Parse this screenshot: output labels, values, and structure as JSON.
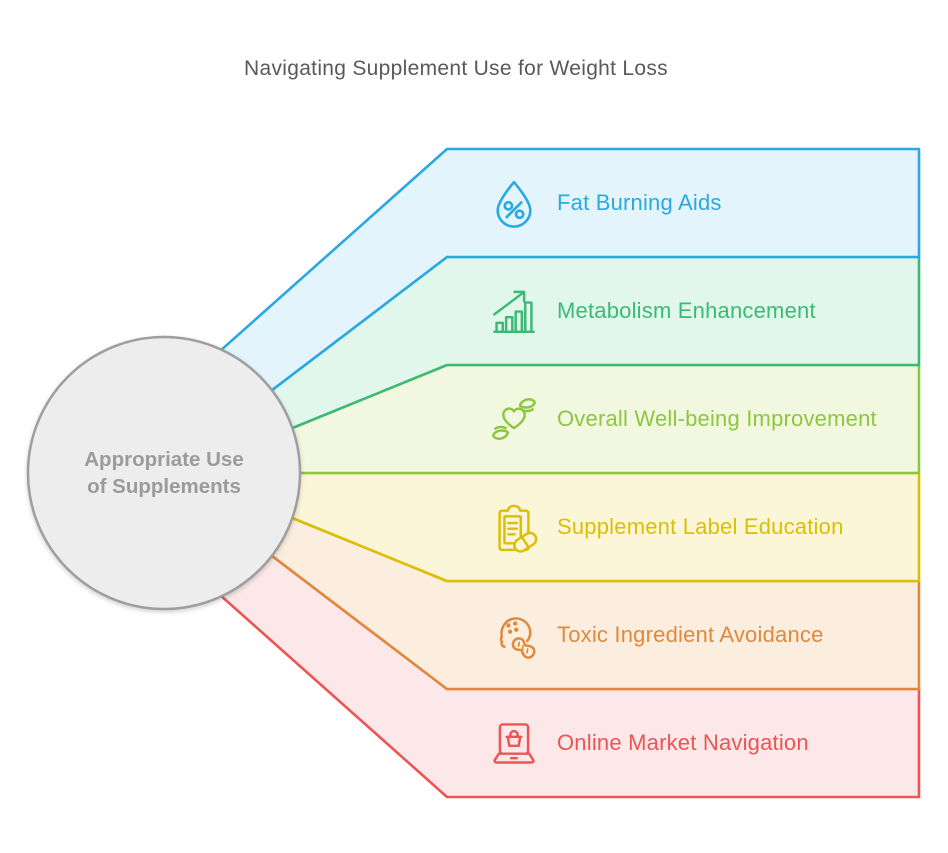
{
  "title": {
    "text": "Navigating Supplement Use for Weight Loss",
    "color": "#58595B"
  },
  "center": {
    "lines": [
      "Appropriate Use",
      "of Supplements"
    ],
    "fill": "#EDEDED",
    "border": "#9E9E9E",
    "text_color": "#9B9B9B"
  },
  "bands": [
    {
      "label": "Fat Burning Aids",
      "icon": "droplet-percent-icon",
      "color": "#29A9E0",
      "fill": "#E3F4FC"
    },
    {
      "label": "Metabolism Enhancement",
      "icon": "growth-chart-icon",
      "color": "#3CBA75",
      "fill": "#E2F7EB"
    },
    {
      "label": "Overall Well-being Improvement",
      "icon": "hands-heart-icon",
      "color": "#8DC63F",
      "fill": "#F2F8E0"
    },
    {
      "label": "Supplement Label Education",
      "icon": "clipboard-pill-icon",
      "color": "#DBBE05",
      "fill": "#FCF6D8"
    },
    {
      "label": "Toxic Ingredient Avoidance",
      "icon": "allergen-peanut-icon",
      "color": "#E0893C",
      "fill": "#FCEEDF"
    },
    {
      "label": "Online Market Navigation",
      "icon": "laptop-basket-icon",
      "color": "#EE5453",
      "fill": "#FCE8E8"
    }
  ]
}
